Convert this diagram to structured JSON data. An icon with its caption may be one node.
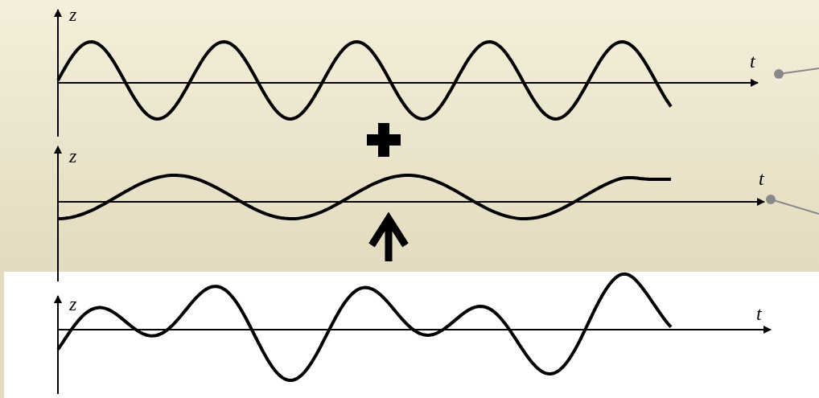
{
  "diagram": {
    "labels": [
      "z",
      "t",
      "z",
      "t",
      "z",
      "t"
    ]
  }
}
